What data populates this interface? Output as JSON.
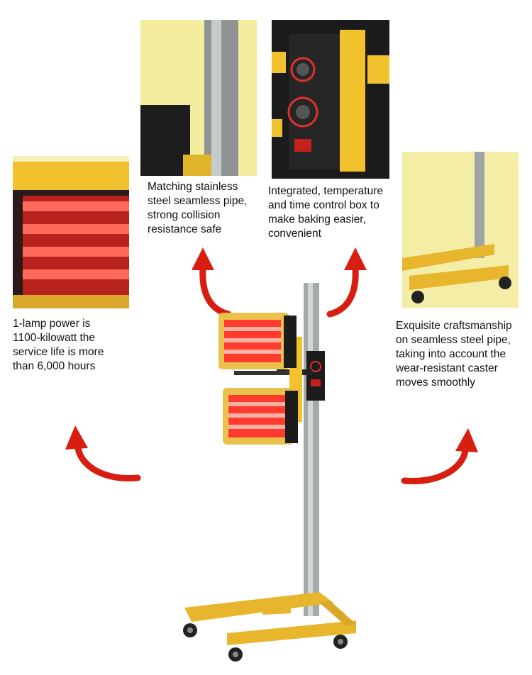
{
  "features": [
    {
      "id": "lamp",
      "lines": [
        "1-lamp power is",
        "1100-kilowatt the",
        "service life  is more",
        "than 6,000 hours"
      ]
    },
    {
      "id": "pipe",
      "lines": [
        "Matching stainless",
        "steel seamless pipe,",
        "strong collision",
        "resistance safe"
      ]
    },
    {
      "id": "control",
      "lines": [
        "Integrated, temperature",
        "and time control box to",
        "make baking easier,",
        "convenient"
      ]
    },
    {
      "id": "base",
      "lines": [
        "Exquisite craftsmanship",
        "on seamless steel pipe,",
        "taking into account the",
        "wear-resistant caster",
        "moves smoothly"
      ]
    }
  ],
  "colors": {
    "frame_yellow": "#f2c12e",
    "lamp_red": "#ff3b2f",
    "arrow_red": "#d81e10",
    "steel": "#a6a9aa"
  },
  "icons": [
    "curved-arrow-icon",
    "heater-lamp-icon",
    "control-box-icon",
    "caster-wheel-icon"
  ]
}
